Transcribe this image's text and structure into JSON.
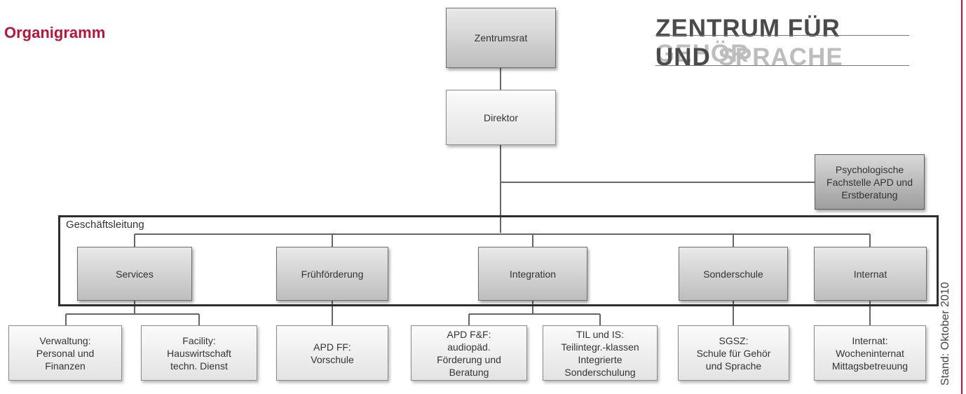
{
  "page_title": "Organigramm",
  "logo": {
    "line1_dark": "ZENTRUM FÜR",
    "line1_light": "GEHÖR",
    "line2_dark": "UND",
    "line2_light": "SPRACHE"
  },
  "stand": "Stand: Oktober 2010",
  "group_label": "Geschäftsleitung",
  "nodes": {
    "zentrumsrat": "Zentrumsrat",
    "direktor": "Direktor",
    "psychologische": "Psychologische\nFachstelle APD und\nErstberatung",
    "services": "Services",
    "fruehfoerderung": "Frühförderung",
    "integration": "Integration",
    "sonderschule": "Sonderschule",
    "internat": "Internat",
    "verwaltung": "Verwaltung:\nPersonal und\nFinanzen",
    "facility": "Facility:\nHauswirtschaft\ntechn. Dienst",
    "apd_ff": "APD FF:\nVorschule",
    "apd_fuf": "APD F&F:\naudiopäd.\nFörderung und\nBeratung",
    "til_is": "TIL und IS:\nTeilintegr.-klassen\nIntegrierte\nSonderschulung",
    "sgsz": "SGSZ:\nSchule für Gehör\nund Sprache",
    "internat_sub": "Internat:\nWocheninternat\nMittagsbetreuung"
  },
  "colors": {
    "title": "#b5163a",
    "edge_line": "#c8102e",
    "logo_dark": "#4a4a4a",
    "logo_light": "#bdbdbd"
  }
}
